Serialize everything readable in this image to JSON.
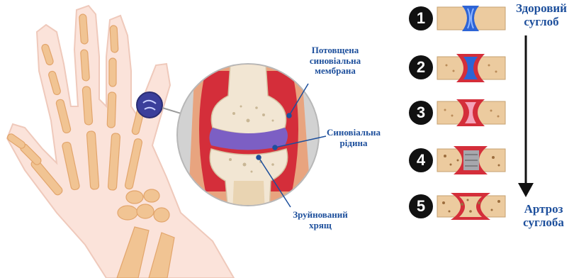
{
  "labels": {
    "thickened_membrane": "Потовщена синовіальна мембрана",
    "synovial_fluid": "Синовіальна рідина",
    "destroyed_cartilage": "Зруйнований хрящ",
    "healthy_joint": "Здоровий суглоб",
    "arthrosis": "Артроз суглоба"
  },
  "steps": [
    "1",
    "2",
    "3",
    "4",
    "5"
  ],
  "colors": {
    "label_blue": "#1d4f9c",
    "bone": "#eccb9f",
    "inflamed": "#d42e3a",
    "fluid": "#7c5fc4",
    "skin": "#fbe3da"
  }
}
